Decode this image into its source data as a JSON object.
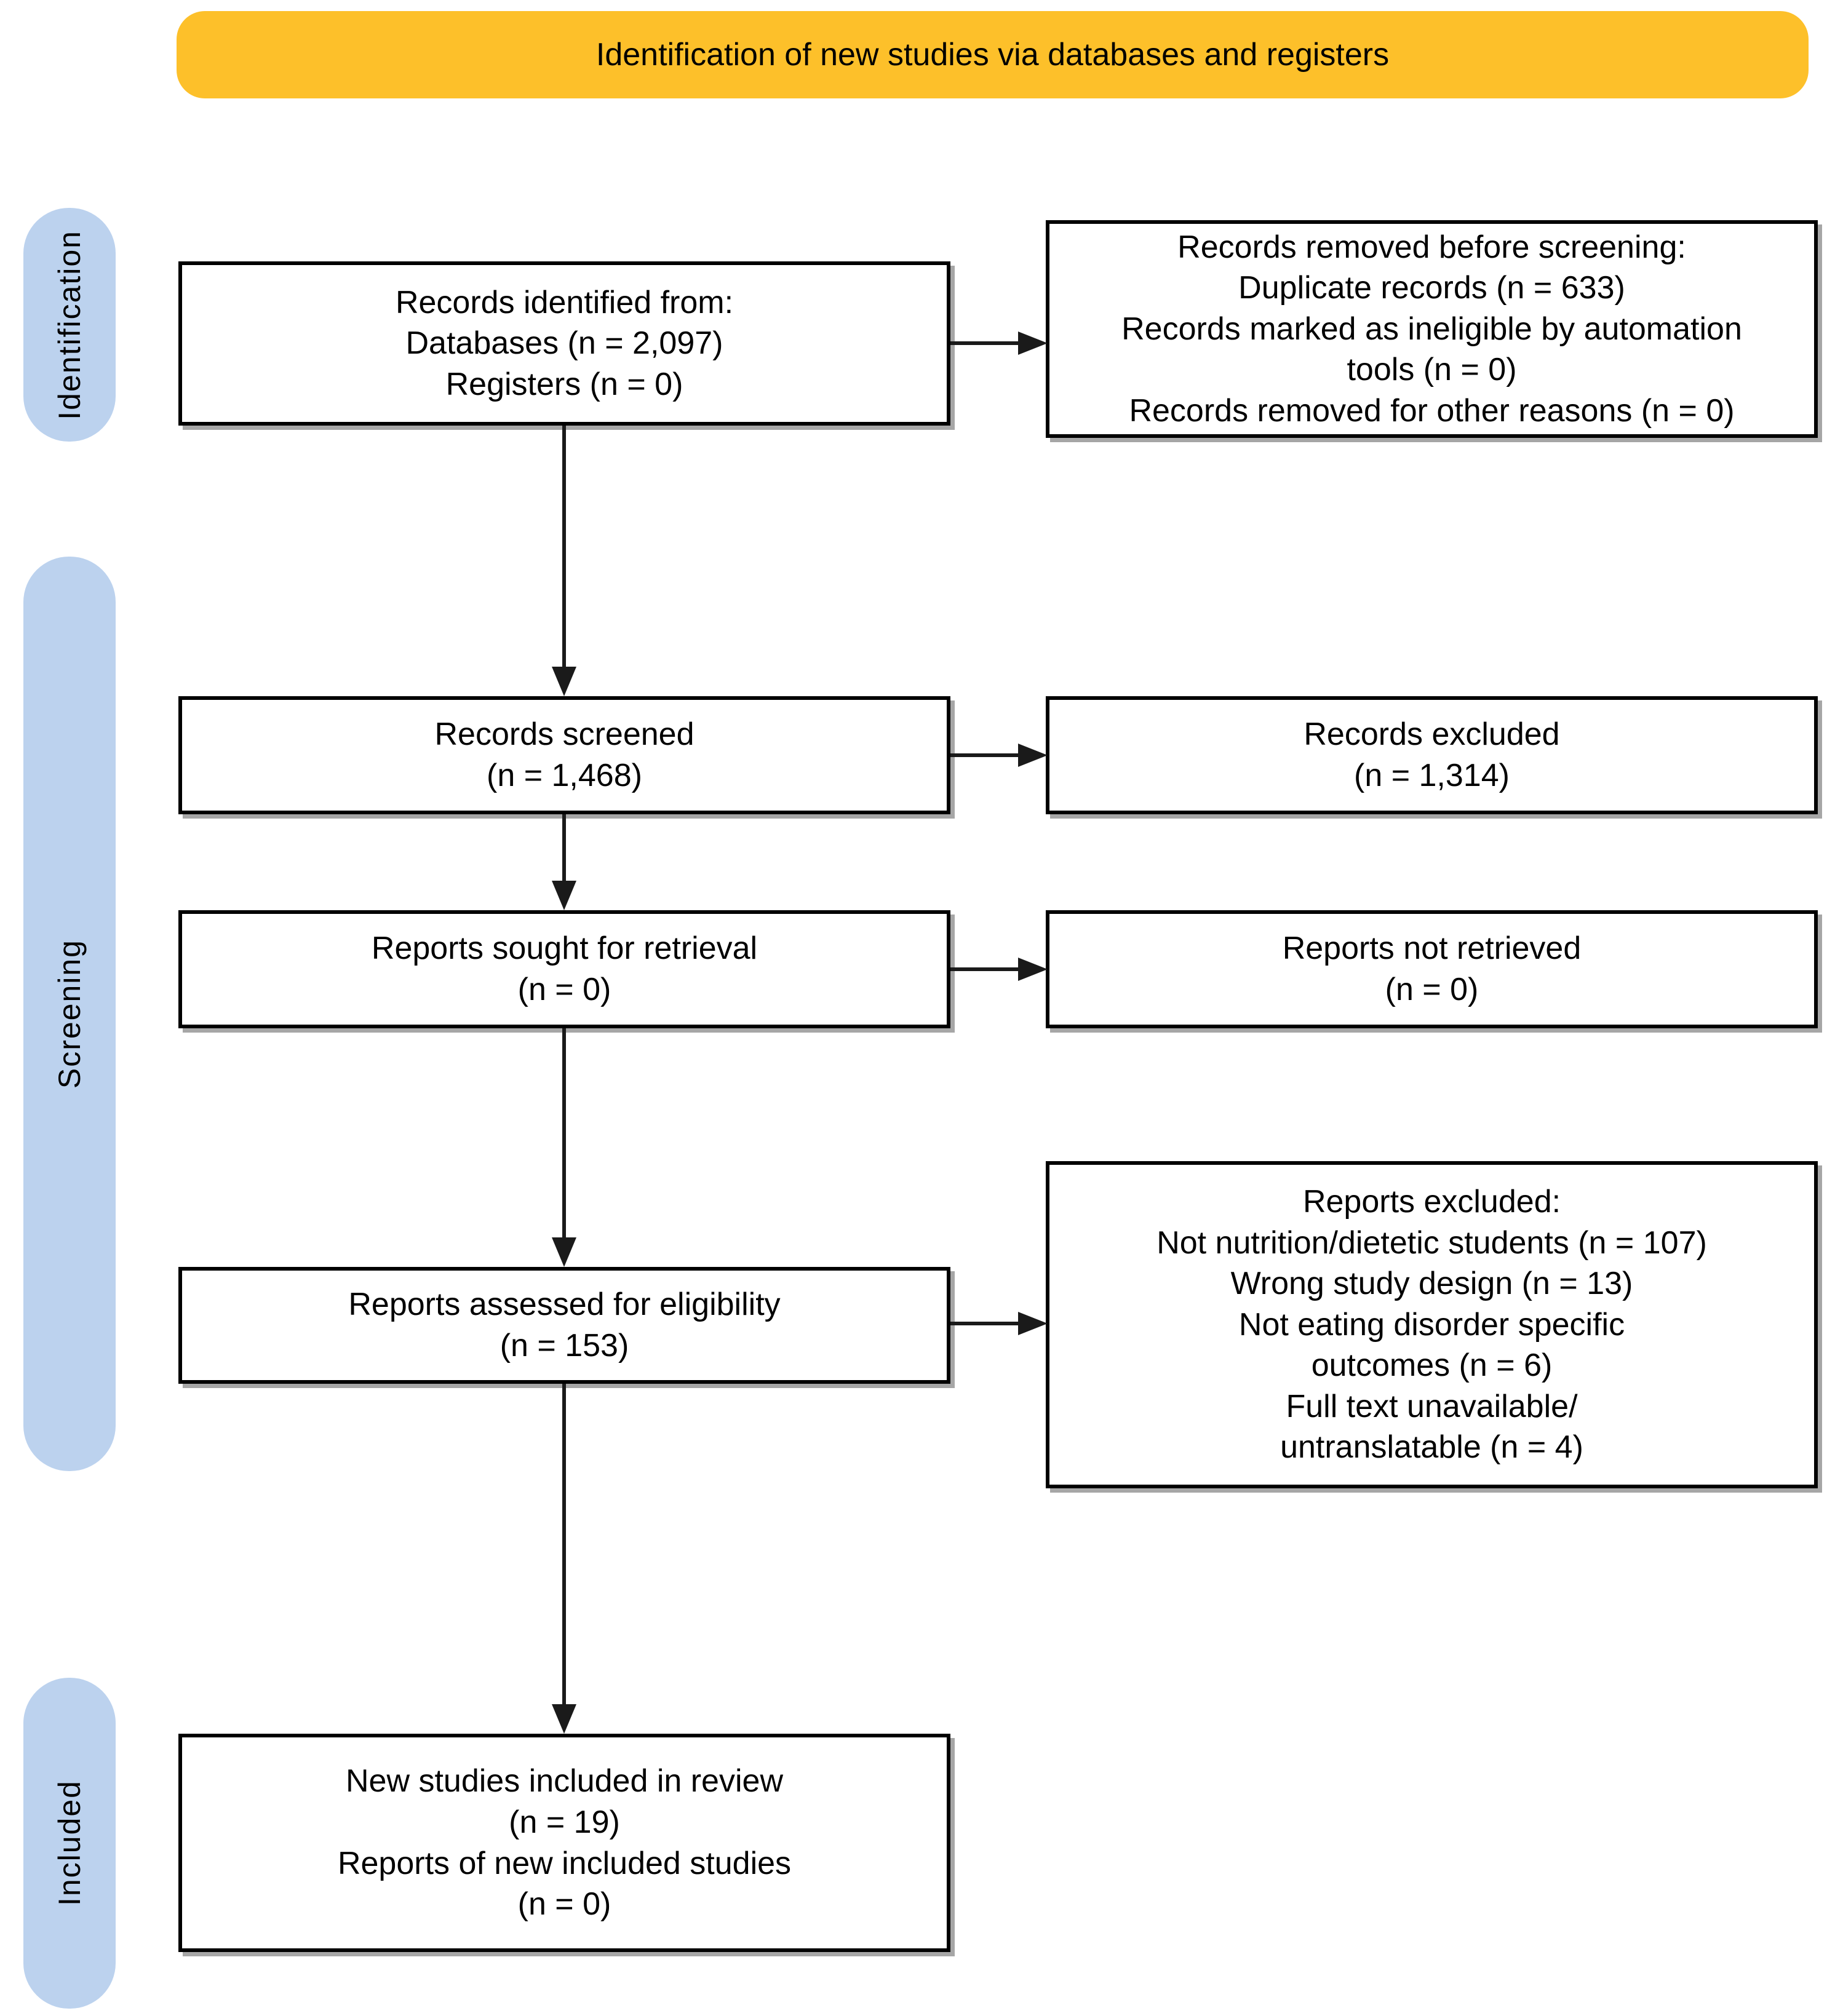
{
  "banner": {
    "title": "Identification of new studies via databases and registers"
  },
  "stages": {
    "identification": "Identification",
    "screening": "Screening",
    "included": "Included"
  },
  "nodes": {
    "records_identified": {
      "text": "Records identified from:\nDatabases (n = 2,097)\nRegisters (n = 0)"
    },
    "records_removed": {
      "text": "Records removed before screening:\nDuplicate records (n = 633)\nRecords marked as ineligible by automation\ntools (n = 0)\nRecords removed for other reasons (n = 0)"
    },
    "records_screened": {
      "text": "Records screened\n(n = 1,468)"
    },
    "records_excluded": {
      "text": "Records excluded\n(n = 1,314)"
    },
    "reports_sought": {
      "text": "Reports sought for retrieval\n(n = 0)"
    },
    "reports_not_retrieved": {
      "text": "Reports not retrieved\n(n = 0)"
    },
    "reports_assessed": {
      "text": "Reports assessed for eligibility\n(n = 153)"
    },
    "reports_excluded": {
      "text": "Reports excluded:\nNot nutrition/dietetic students (n = 107)\nWrong study design (n = 13)\nNot eating disorder specific\noutcomes (n = 6)\nFull text unavailable/\nuntranslatable (n = 4)"
    },
    "new_studies_included": {
      "text": "New studies included in review\n(n = 19)\nReports of new included studies\n(n = 0)"
    }
  },
  "colors": {
    "banner_bg": "#FDC02A",
    "stage_bg": "#BCD2EE",
    "box_bg": "#FFFFFF",
    "box_border": "#000000",
    "arrow": "#1A1A1A",
    "text": "#000000"
  }
}
